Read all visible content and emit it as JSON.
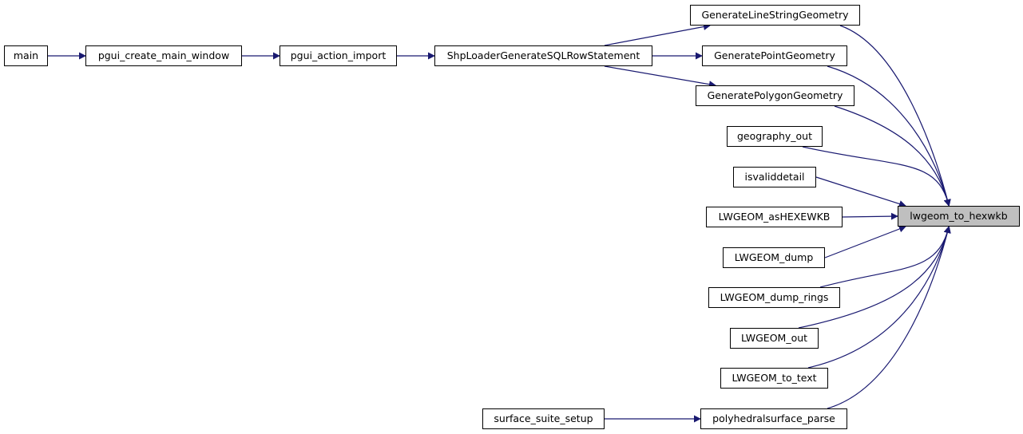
{
  "graph": {
    "colors": {
      "edge": "#191970",
      "node_border": "#000000",
      "node_fill": "#ffffff",
      "focus_fill": "#bfbfbf"
    },
    "focus_node": "lwgeom_to_hexwkb",
    "callers": {
      "main": "main",
      "pgui_create_main_window": "pgui_create_main_window",
      "pgui_action_import": "pgui_action_import",
      "shploader_generate_sql_row_statement": "ShpLoaderGenerateSQLRowStatement",
      "generate_line_string_geometry": "GenerateLineStringGeometry",
      "generate_point_geometry": "GeneratePointGeometry",
      "generate_polygon_geometry": "GeneratePolygonGeometry",
      "geography_out": "geography_out",
      "isvaliddetail": "isvaliddetail",
      "lwgeom_as_hexewkb": "LWGEOM_asHEXEWKB",
      "lwgeom_dump": "LWGEOM_dump",
      "lwgeom_dump_rings": "LWGEOM_dump_rings",
      "lwgeom_out": "LWGEOM_out",
      "lwgeom_to_text": "LWGEOM_to_text",
      "polyhedralsurface_parse": "polyhedralsurface_parse",
      "surface_suite_setup": "surface_suite_setup"
    },
    "edges": [
      [
        "main",
        "pgui_create_main_window"
      ],
      [
        "pgui_create_main_window",
        "pgui_action_import"
      ],
      [
        "pgui_action_import",
        "shploader_generate_sql_row_statement"
      ],
      [
        "shploader_generate_sql_row_statement",
        "generate_line_string_geometry"
      ],
      [
        "shploader_generate_sql_row_statement",
        "generate_point_geometry"
      ],
      [
        "shploader_generate_sql_row_statement",
        "generate_polygon_geometry"
      ],
      [
        "generate_line_string_geometry",
        "focus"
      ],
      [
        "generate_point_geometry",
        "focus"
      ],
      [
        "generate_polygon_geometry",
        "focus"
      ],
      [
        "geography_out",
        "focus"
      ],
      [
        "isvaliddetail",
        "focus"
      ],
      [
        "lwgeom_as_hexewkb",
        "focus"
      ],
      [
        "lwgeom_dump",
        "focus"
      ],
      [
        "lwgeom_dump_rings",
        "focus"
      ],
      [
        "lwgeom_out",
        "focus"
      ],
      [
        "lwgeom_to_text",
        "focus"
      ],
      [
        "polyhedralsurface_parse",
        "focus"
      ],
      [
        "surface_suite_setup",
        "polyhedralsurface_parse"
      ]
    ]
  }
}
